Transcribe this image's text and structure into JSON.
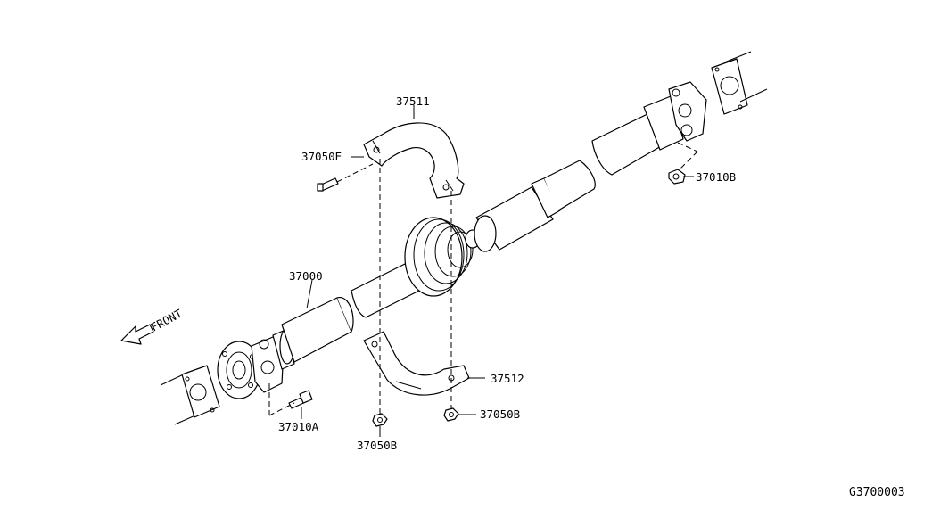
{
  "diagram": {
    "parts": {
      "p37511": "37511",
      "p37050E": "37050E",
      "p37010B": "37010B",
      "p37000": "37000",
      "p37512": "37512",
      "p37050B_right": "37050B",
      "p37050B_bottom": "37050B",
      "p37010A": "37010A"
    },
    "front_label": "FRONT",
    "figure_code": "G3700003"
  }
}
